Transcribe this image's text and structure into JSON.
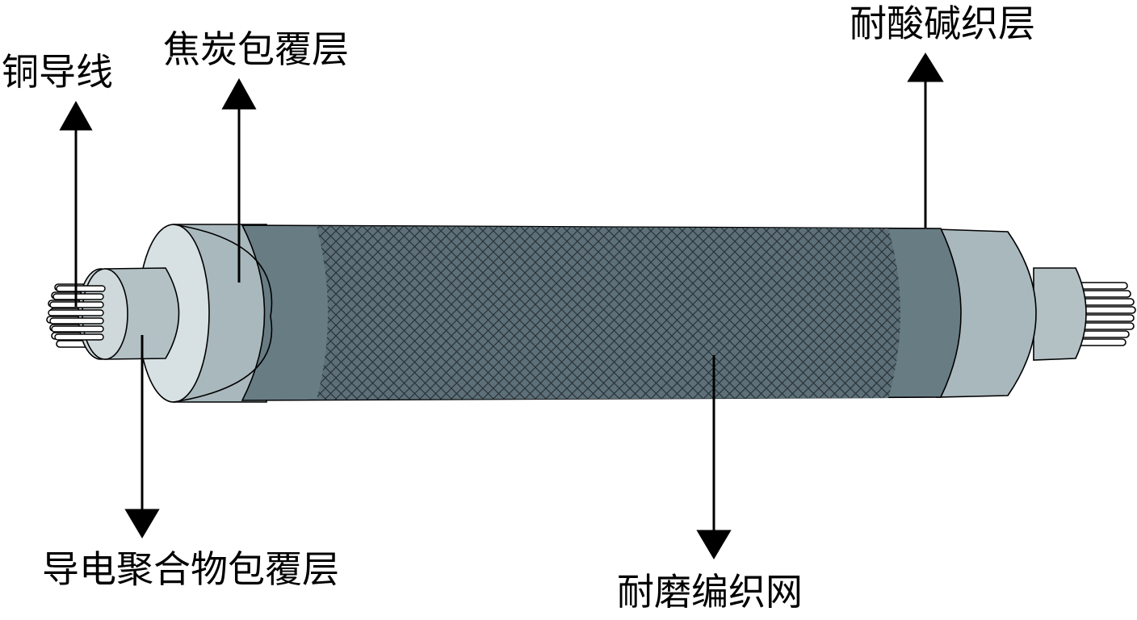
{
  "labels": {
    "copper_conductor": "铜导线",
    "coke_coating": "焦炭包覆层",
    "acid_alkali_layer": "耐酸碱织层",
    "conductive_polymer": "导电聚合物包覆层",
    "wear_mesh": "耐磨编织网"
  },
  "colors": {
    "wire_fill": "#ffffff",
    "polymer_end": "#cfd9dc",
    "polymer_side": "#b3c1c5",
    "coke_end": "#d7e1e4",
    "coke_side": "#a9b8bd",
    "acid_side": "#687c84",
    "mesh_base": "#5d7079",
    "mesh_line": "#2a3338",
    "stroke": "#000000"
  }
}
